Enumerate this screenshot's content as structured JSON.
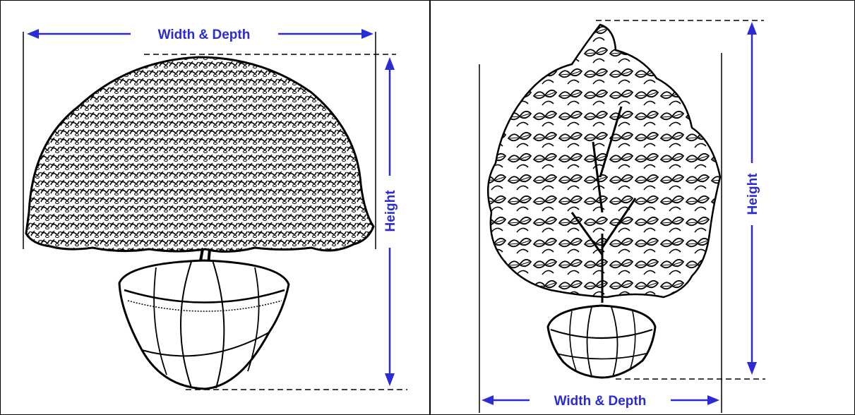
{
  "colors": {
    "dimension": "#2b2bd6",
    "ink": "#000000",
    "background": "#ffffff"
  },
  "panels": [
    {
      "plant": "rounded-shrub-in-burlap-ball",
      "width_label": "Width & Depth",
      "height_label": "Height"
    },
    {
      "plant": "upright-leafy-shrub-in-burlap-ball",
      "width_label": "Width & Depth",
      "height_label": "Height"
    }
  ]
}
